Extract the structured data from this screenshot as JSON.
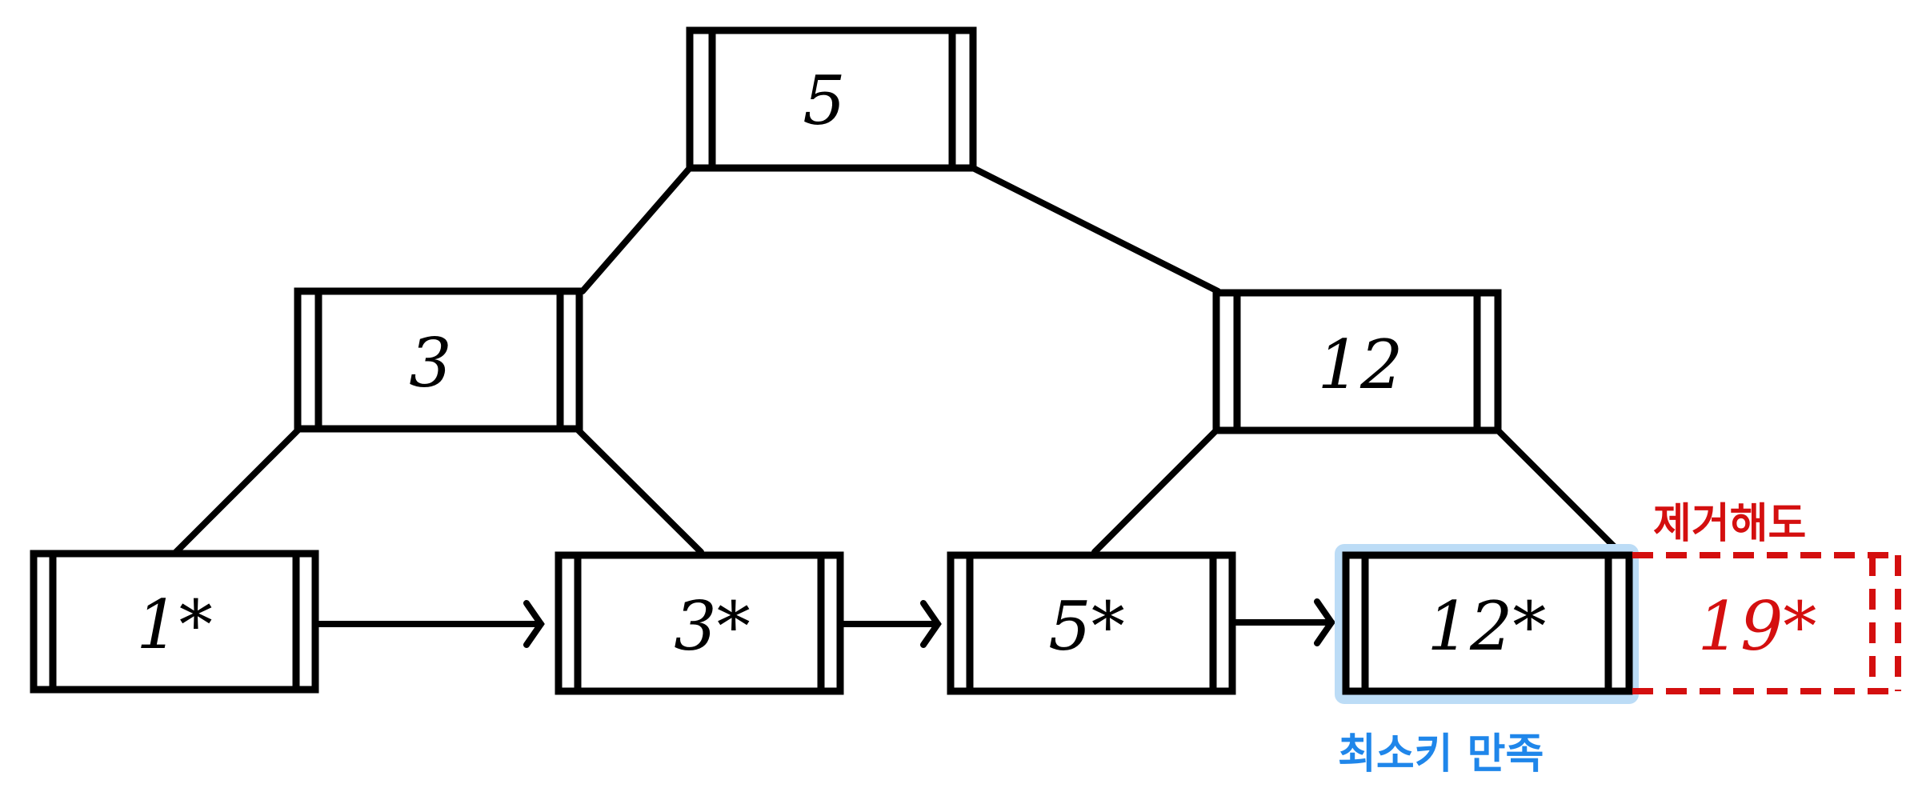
{
  "tree": {
    "root": {
      "key": "5"
    },
    "internal_left": {
      "key": "3"
    },
    "internal_right": {
      "key": "12"
    },
    "leaves": [
      {
        "key": "1*"
      },
      {
        "key": "3*"
      },
      {
        "key": "5*"
      },
      {
        "key": "12*"
      }
    ],
    "removed_leaf": {
      "key": "19*"
    }
  },
  "annotations": {
    "removed_note": "제거해도",
    "satisfied_note": "최소키 만족"
  },
  "colors": {
    "removed": "#d40f0f",
    "highlight": "#1f86ea",
    "highlight_fill": "#bcdcf6"
  }
}
